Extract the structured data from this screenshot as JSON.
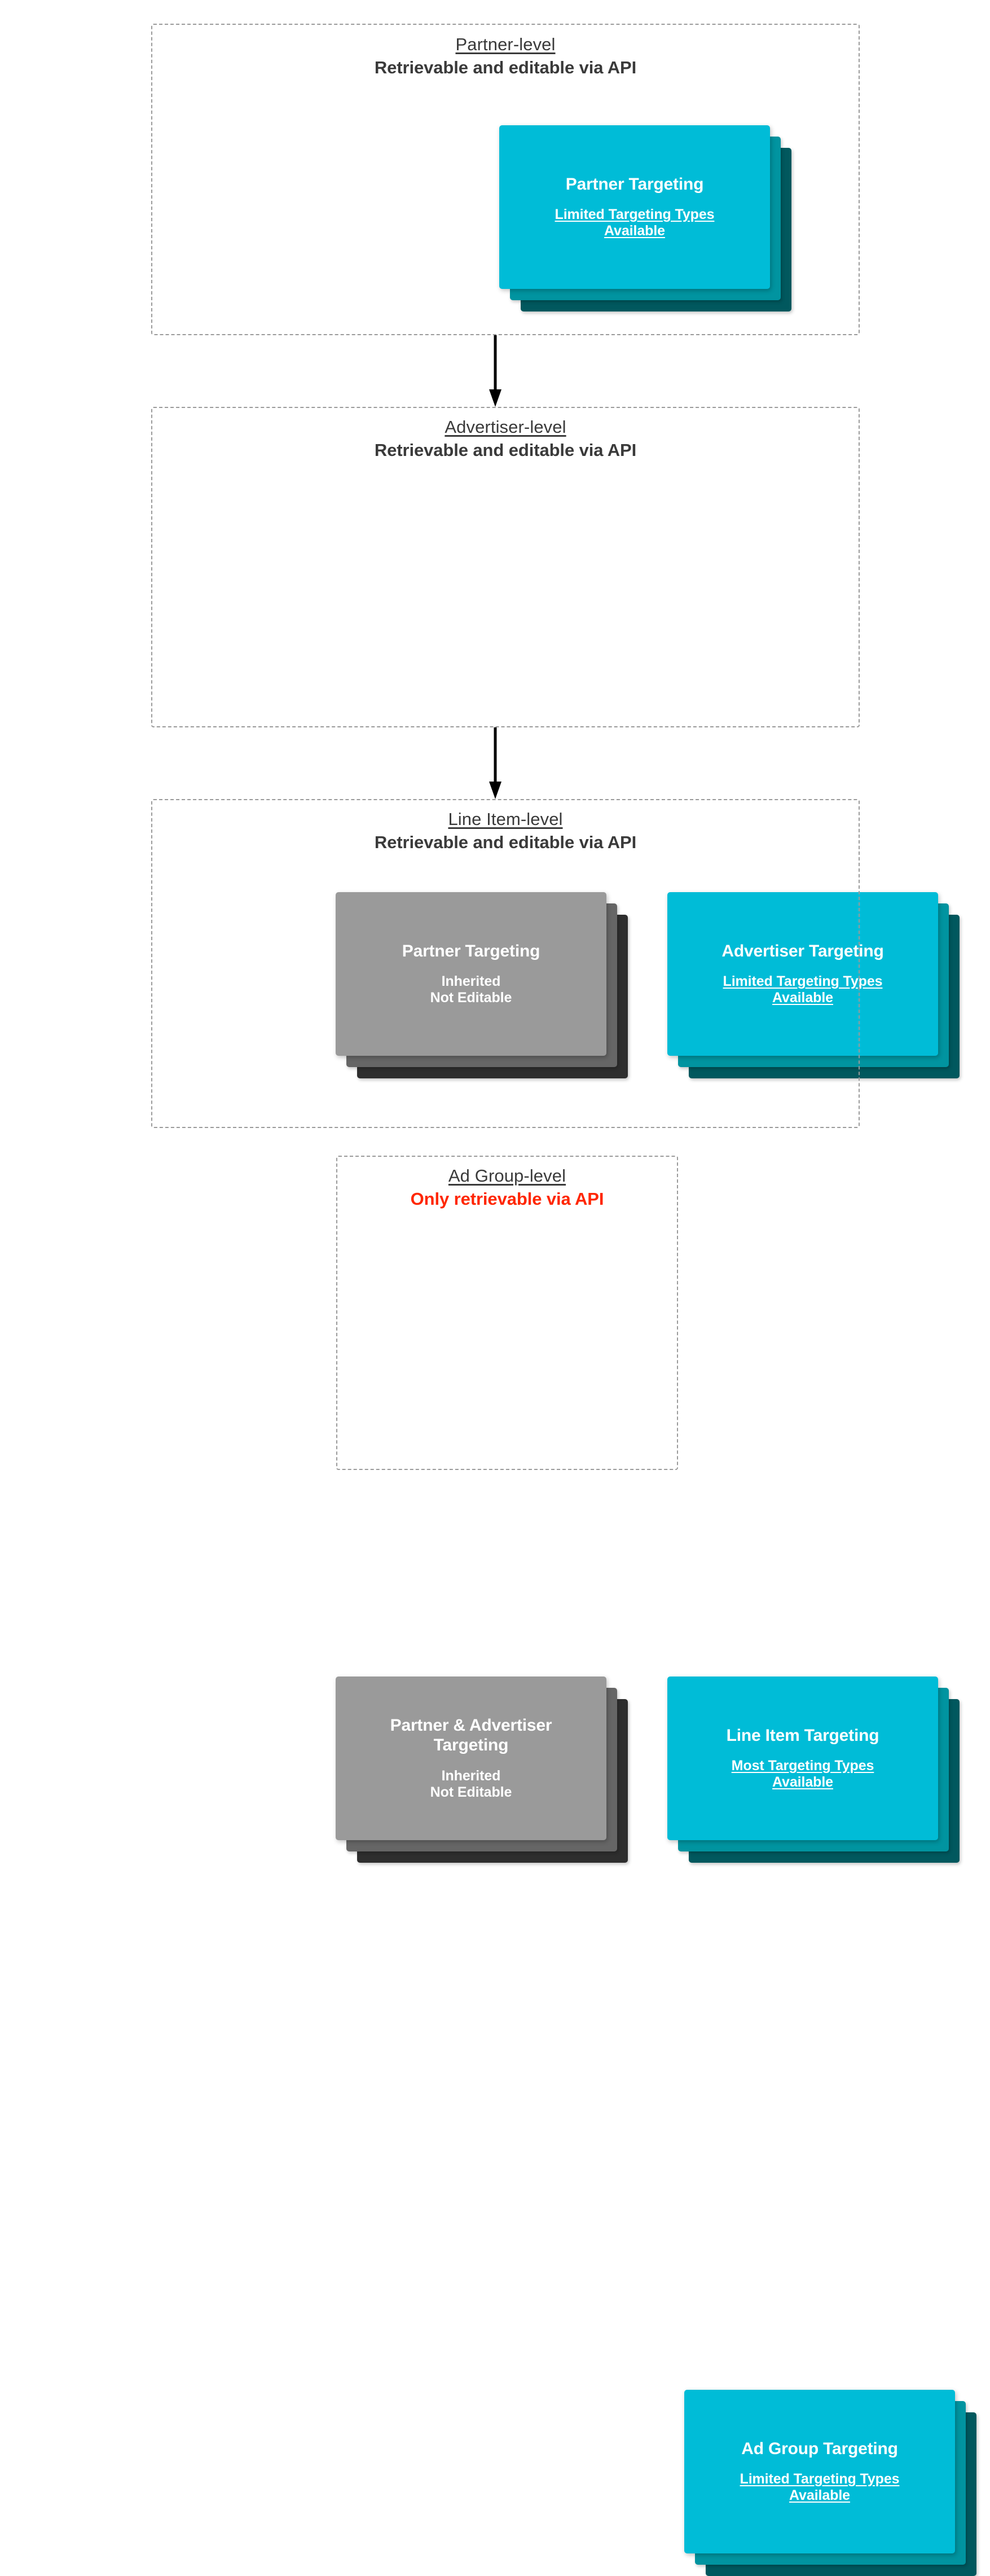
{
  "diagram": {
    "title": "Targeting inheritance across DV360 hierarchy levels",
    "colors": {
      "cyan_front": "#00BCD7",
      "cyan_mid": "#0194A0",
      "cyan_back": "#01585E",
      "gray_front": "#9A9A9A",
      "gray_mid": "#666666",
      "gray_back": "#2E2E2E",
      "alert_red": "#FF2600",
      "dashed_border": "#9A9A9A",
      "heading_text": "#3A3A3A"
    }
  },
  "levels": [
    {
      "id": "partner",
      "title": "Partner-level",
      "subtitle": "Retrievable and editable via API",
      "subtitle_alert": false,
      "cards": [
        {
          "id": "partner-targeting",
          "palette": "cyan",
          "title": "Partner Targeting",
          "note": "Limited Targeting Types Available",
          "note_underlined": true
        }
      ]
    },
    {
      "id": "advertiser",
      "title": "Advertiser-level",
      "subtitle": "Retrievable and editable via API",
      "subtitle_alert": false,
      "cards": [
        {
          "id": "partner-targeting-inherited",
          "palette": "gray",
          "title": "Partner Targeting",
          "note": "Inherited\nNot Editable",
          "note_underlined": false
        },
        {
          "id": "advertiser-targeting",
          "palette": "cyan",
          "title": "Advertiser Targeting",
          "note": "Limited Targeting Types Available",
          "note_underlined": true
        }
      ]
    },
    {
      "id": "line-item",
      "title": "Line Item-level",
      "subtitle": "Retrievable and editable via API",
      "subtitle_alert": false,
      "cards": [
        {
          "id": "partner-advertiser-targeting-inherited",
          "palette": "gray",
          "title": "Partner & Advertiser Targeting",
          "note": "Inherited\nNot Editable",
          "note_underlined": false
        },
        {
          "id": "line-item-targeting",
          "palette": "cyan",
          "title": "Line Item Targeting",
          "note": "Most Targeting Types Available",
          "note_underlined": true
        }
      ]
    },
    {
      "id": "ad-group",
      "title": "Ad Group-level",
      "subtitle": "Only retrievable via API",
      "subtitle_alert": true,
      "cards": [
        {
          "id": "ad-group-targeting",
          "palette": "cyan",
          "title": "Ad Group Targeting",
          "note": "Limited Targeting Types Available",
          "note_underlined": true
        }
      ]
    }
  ],
  "text": {
    "partner": {
      "title": "Partner-level",
      "subtitle": "Retrievable and editable via API",
      "card1_title": "Partner Targeting",
      "card1_note_l1": "Limited Targeting Types",
      "card1_note_l2": "Available"
    },
    "advertiser": {
      "title": "Advertiser-level",
      "subtitle": "Retrievable and editable via API",
      "card1_title": "Partner Targeting",
      "card1_note_l1": "Inherited",
      "card1_note_l2": "Not Editable",
      "card2_title": "Advertiser Targeting",
      "card2_note_l1": "Limited Targeting Types",
      "card2_note_l2": "Available"
    },
    "lineitem": {
      "title": "Line Item-level",
      "subtitle": "Retrievable and editable via API",
      "card1_title_l1": "Partner & Advertiser",
      "card1_title_l2": "Targeting",
      "card1_note_l1": "Inherited",
      "card1_note_l2": "Not Editable",
      "card2_title": "Line Item Targeting",
      "card2_note_l1": "Most Targeting Types",
      "card2_note_l2": "Available"
    },
    "adgroup": {
      "title": "Ad Group-level",
      "subtitle": "Only retrievable via API",
      "card1_title": "Ad Group Targeting",
      "card1_note_l1": "Limited Targeting Types",
      "card1_note_l2": "Available"
    }
  },
  "connectors": [
    {
      "id": "partner-to-advertiser",
      "from": "partner",
      "to": "advertiser",
      "kind": "arrow-down"
    },
    {
      "id": "advertiser-to-line-item",
      "from": "advertiser",
      "to": "line-item",
      "kind": "arrow-down"
    }
  ]
}
